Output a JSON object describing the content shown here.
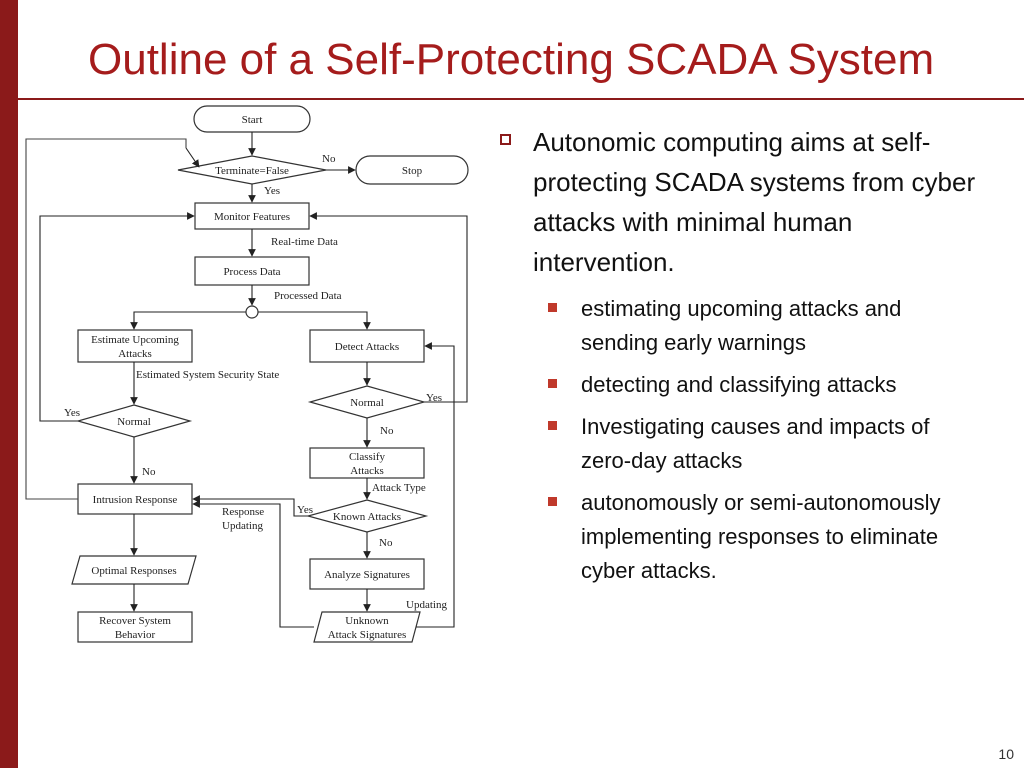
{
  "slide": {
    "title": "Outline of a Self-Protecting SCADA System",
    "page_number": "10",
    "accent_color": "#8b1a1a",
    "bullet_color": "#c0392b"
  },
  "flowchart": {
    "nodes": {
      "start": "Start",
      "terminate": "Terminate=False",
      "stop": "Stop",
      "monitor": "Monitor Features",
      "process": "Process Data",
      "estimate_1": "Estimate Upcoming",
      "estimate_2": "Attacks",
      "detect": "Detect Attacks",
      "normal_left": "Normal",
      "normal_right": "Normal",
      "classify_1": "Classify",
      "classify_2": "Attacks",
      "intrusion": "Intrusion Response",
      "known": "Known Attacks",
      "optimal": "Optimal Responses",
      "analyze": "Analyze Signatures",
      "recover_1": "Recover System",
      "recover_2": "Behavior",
      "unknown_1": "Unknown",
      "unknown_2": "Attack Signatures"
    },
    "labels": {
      "no_stop": "No",
      "yes_terminate": "Yes",
      "realtime": "Real-time Data",
      "processed": "Processed Data",
      "estimated_state": "Estimated System Security State",
      "yes_left": "Yes",
      "no_left": "No",
      "yes_right": "Yes",
      "no_right": "No",
      "attack_type": "Attack Type",
      "response_1": "Response",
      "response_2": "Updating",
      "yes_known": "Yes",
      "no_known": "No",
      "updating": "Updating"
    }
  },
  "bullets": [
    {
      "text": "Autonomic computing aims at self-protecting SCADA systems from cyber attacks with minimal human intervention.",
      "children": [
        "estimating upcoming attacks and sending early warnings",
        "detecting and classifying attacks",
        "Investigating causes and impacts of zero-day attacks",
        "autonomously or semi-autonomously implementing responses to eliminate cyber attacks."
      ]
    }
  ]
}
